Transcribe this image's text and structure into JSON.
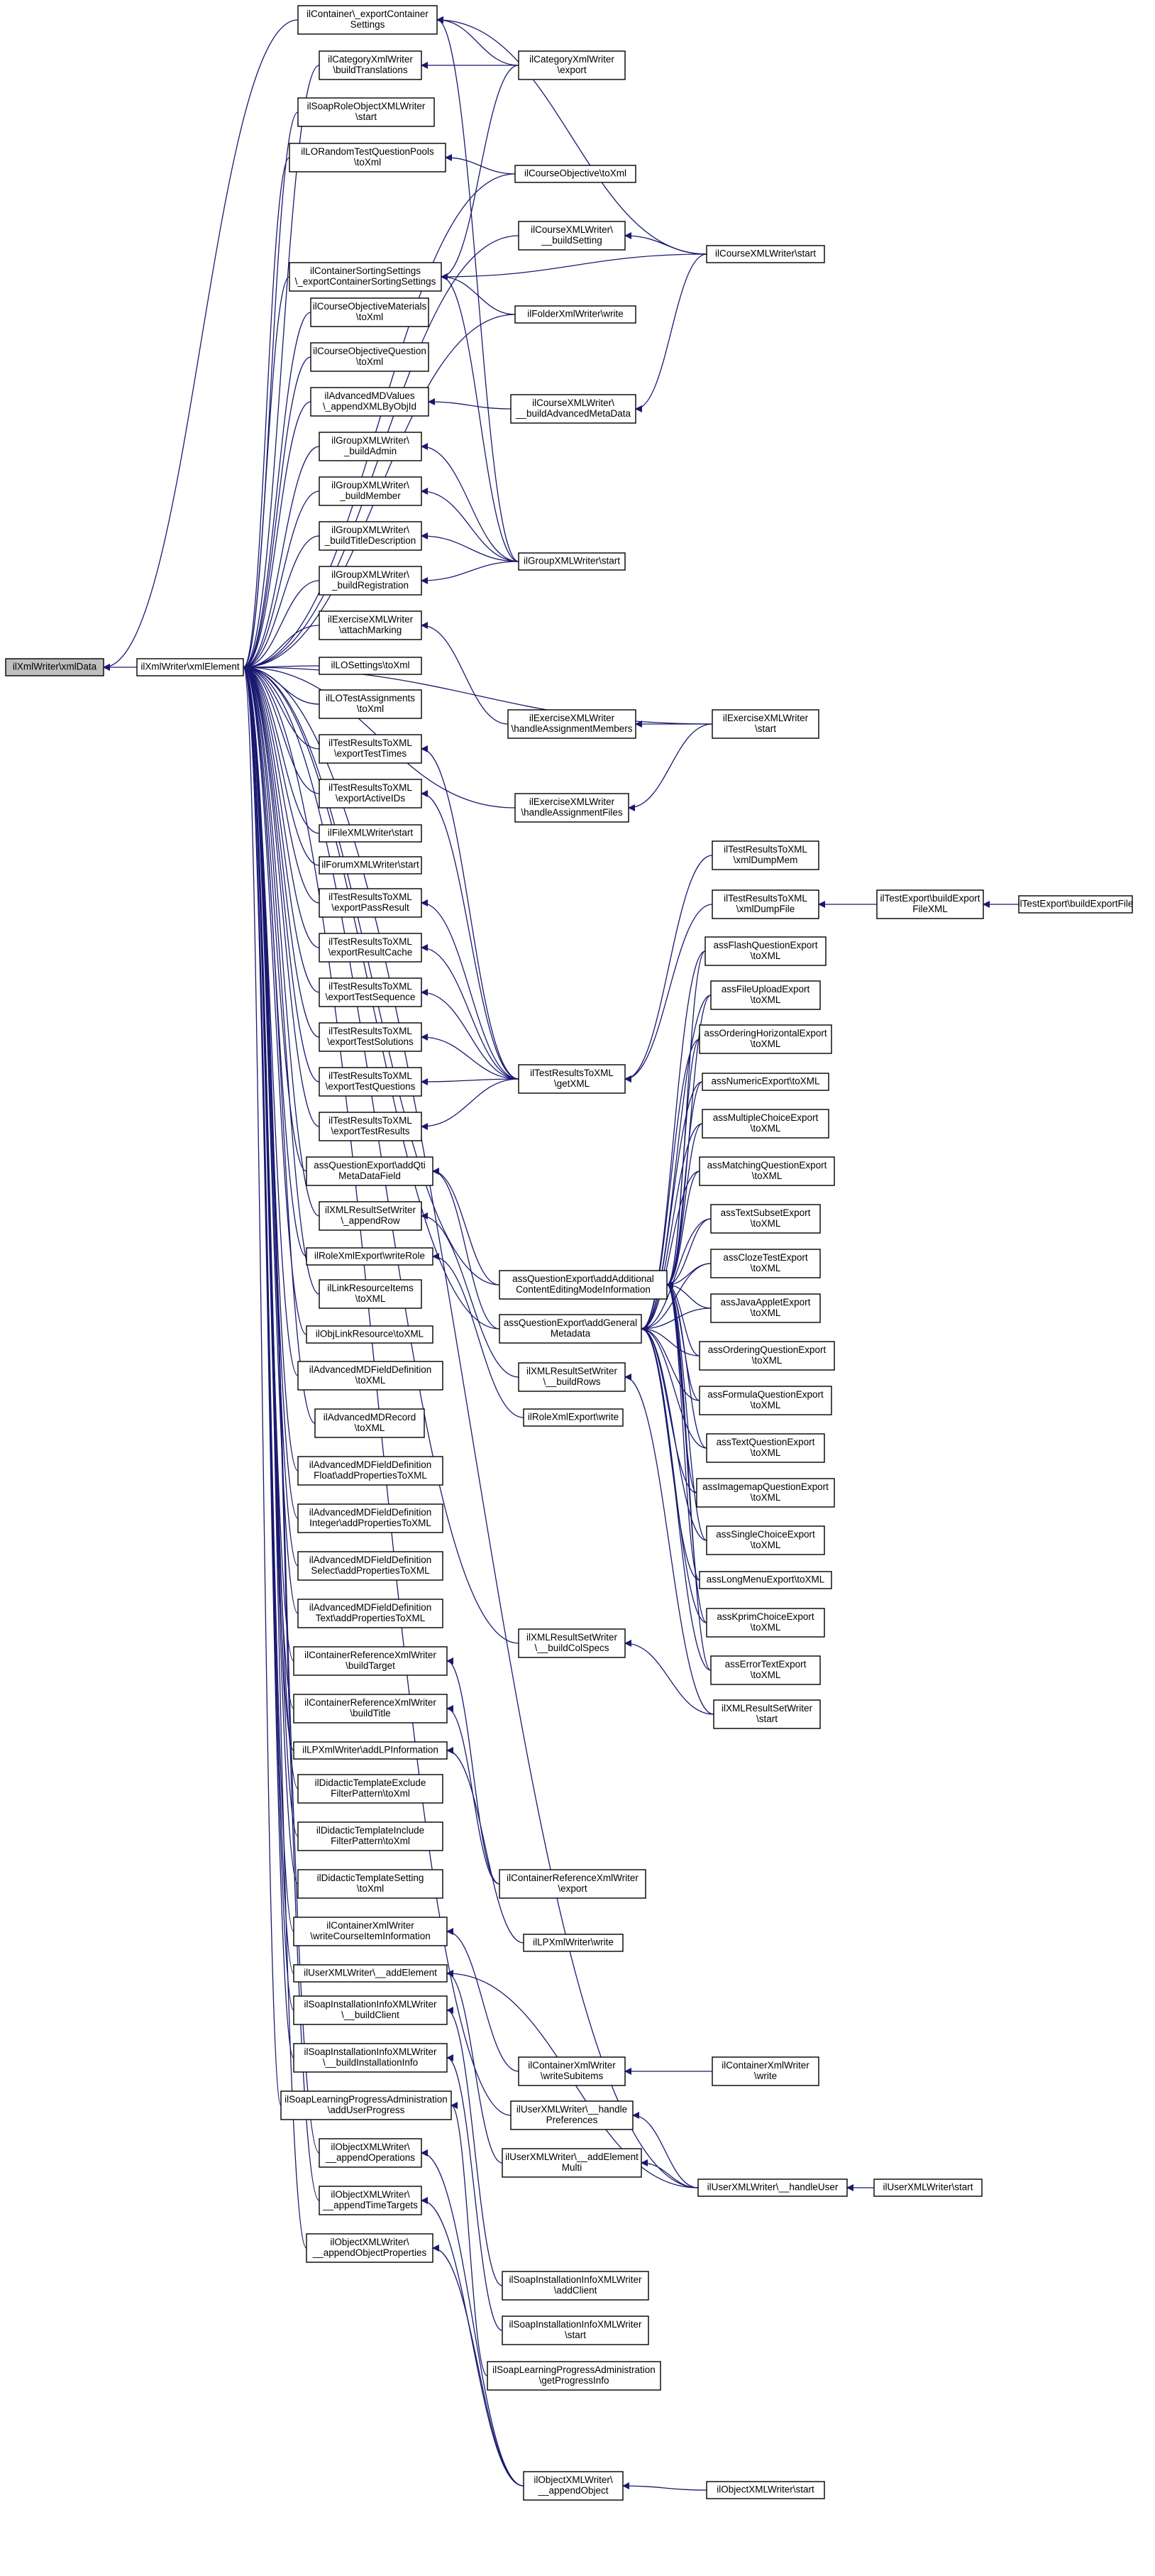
{
  "diagram": {
    "type": "call-graph",
    "edge_color": "#191970",
    "focus_fill": "#bfbfbf",
    "nodes": [
      {
        "id": "n0",
        "lines": [
          "ilXmlWriter\\xmlData"
        ],
        "focus": true
      },
      {
        "id": "n1",
        "lines": [
          "ilXmlWriter\\xmlElement"
        ]
      },
      {
        "id": "n2",
        "lines": [
          "ilContainer\\_exportContainer",
          "Settings"
        ]
      },
      {
        "id": "n3",
        "lines": [
          "ilCategoryXmlWriter",
          "\\buildTranslations"
        ]
      },
      {
        "id": "n4",
        "lines": [
          "ilSoapRoleObjectXMLWriter",
          "\\start"
        ]
      },
      {
        "id": "n5",
        "lines": [
          "ilLORandomTestQuestionPools",
          "\\toXml"
        ]
      },
      {
        "id": "n6",
        "lines": [
          "ilContainerSortingSettings",
          "\\_exportContainerSortingSettings"
        ]
      },
      {
        "id": "n7",
        "lines": [
          "ilCourseObjectiveMaterials",
          "\\toXml"
        ]
      },
      {
        "id": "n8",
        "lines": [
          "ilCourseObjectiveQuestion",
          "\\toXml"
        ]
      },
      {
        "id": "n9",
        "lines": [
          "ilAdvancedMDValues",
          "\\_appendXMLByObjId"
        ]
      },
      {
        "id": "n10",
        "lines": [
          "ilGroupXMLWriter\\",
          "_buildAdmin"
        ]
      },
      {
        "id": "n11",
        "lines": [
          "ilGroupXMLWriter\\",
          "_buildMember"
        ]
      },
      {
        "id": "n12",
        "lines": [
          "ilGroupXMLWriter\\",
          "_buildTitleDescription"
        ]
      },
      {
        "id": "n13",
        "lines": [
          "ilGroupXMLWriter\\",
          "_buildRegistration"
        ]
      },
      {
        "id": "n14",
        "lines": [
          "ilExerciseXMLWriter",
          "\\attachMarking"
        ]
      },
      {
        "id": "n15",
        "lines": [
          "ilLOSettings\\toXml"
        ]
      },
      {
        "id": "n16",
        "lines": [
          "ilLOTestAssignments",
          "\\toXml"
        ]
      },
      {
        "id": "n17",
        "lines": [
          "ilTestResultsToXML",
          "\\exportTestTimes"
        ]
      },
      {
        "id": "n18",
        "lines": [
          "ilTestResultsToXML",
          "\\exportActiveIDs"
        ]
      },
      {
        "id": "n19",
        "lines": [
          "ilFileXMLWriter\\start"
        ]
      },
      {
        "id": "n20",
        "lines": [
          "ilForumXMLWriter\\start"
        ]
      },
      {
        "id": "n21",
        "lines": [
          "ilTestResultsToXML",
          "\\exportPassResult"
        ]
      },
      {
        "id": "n22",
        "lines": [
          "ilTestResultsToXML",
          "\\exportResultCache"
        ]
      },
      {
        "id": "n23",
        "lines": [
          "ilTestResultsToXML",
          "\\exportTestSequence"
        ]
      },
      {
        "id": "n24",
        "lines": [
          "ilTestResultsToXML",
          "\\exportTestSolutions"
        ]
      },
      {
        "id": "n25",
        "lines": [
          "ilTestResultsToXML",
          "\\exportTestQuestions"
        ]
      },
      {
        "id": "n26",
        "lines": [
          "ilTestResultsToXML",
          "\\exportTestResults"
        ]
      },
      {
        "id": "n27",
        "lines": [
          "assQuestionExport\\addQti",
          "MetaDataField"
        ]
      },
      {
        "id": "n28",
        "lines": [
          "ilXMLResultSetWriter",
          "\\_appendRow"
        ]
      },
      {
        "id": "n29",
        "lines": [
          "ilRoleXmlExport\\writeRole"
        ]
      },
      {
        "id": "n30",
        "lines": [
          "ilLinkResourceItems",
          "\\toXML"
        ]
      },
      {
        "id": "n31",
        "lines": [
          "ilObjLinkResource\\toXML"
        ]
      },
      {
        "id": "n32",
        "lines": [
          "ilAdvancedMDFieldDefinition",
          "\\toXML"
        ]
      },
      {
        "id": "n33",
        "lines": [
          "ilAdvancedMDRecord",
          "\\toXML"
        ]
      },
      {
        "id": "n34",
        "lines": [
          "ilAdvancedMDFieldDefinition",
          "Float\\addPropertiesToXML"
        ]
      },
      {
        "id": "n35",
        "lines": [
          "ilAdvancedMDFieldDefinition",
          "Integer\\addPropertiesToXML"
        ]
      },
      {
        "id": "n36",
        "lines": [
          "ilAdvancedMDFieldDefinition",
          "Select\\addPropertiesToXML"
        ]
      },
      {
        "id": "n37",
        "lines": [
          "ilAdvancedMDFieldDefinition",
          "Text\\addPropertiesToXML"
        ]
      },
      {
        "id": "n38",
        "lines": [
          "ilContainerReferenceXmlWriter",
          "\\buildTarget"
        ]
      },
      {
        "id": "n39",
        "lines": [
          "ilContainerReferenceXmlWriter",
          "\\buildTitle"
        ]
      },
      {
        "id": "n40",
        "lines": [
          "ilLPXmlWriter\\addLPInformation"
        ]
      },
      {
        "id": "n41",
        "lines": [
          "ilDidacticTemplateExclude",
          "FilterPattern\\toXml"
        ]
      },
      {
        "id": "n42",
        "lines": [
          "ilDidacticTemplateInclude",
          "FilterPattern\\toXml"
        ]
      },
      {
        "id": "n43",
        "lines": [
          "ilDidacticTemplateSetting",
          "\\toXml"
        ]
      },
      {
        "id": "n44",
        "lines": [
          "ilContainerXmlWriter",
          "\\writeCourseItemInformation"
        ]
      },
      {
        "id": "n45",
        "lines": [
          "ilUserXMLWriter\\__addElement"
        ]
      },
      {
        "id": "n46",
        "lines": [
          "ilSoapInstallationInfoXMLWriter",
          "\\__buildClient"
        ]
      },
      {
        "id": "n47",
        "lines": [
          "ilSoapInstallationInfoXMLWriter",
          "\\__buildInstallationInfo"
        ]
      },
      {
        "id": "n48",
        "lines": [
          "ilSoapLearningProgressAdministration",
          "\\addUserProgress"
        ]
      },
      {
        "id": "n49",
        "lines": [
          "ilObjectXMLWriter\\",
          "__appendOperations"
        ]
      },
      {
        "id": "n50",
        "lines": [
          "ilObjectXMLWriter\\",
          "__appendTimeTargets"
        ]
      },
      {
        "id": "n51",
        "lines": [
          "ilObjectXMLWriter\\",
          "__appendObjectProperties"
        ]
      },
      {
        "id": "n52",
        "lines": [
          "ilCategoryXmlWriter",
          "\\export"
        ]
      },
      {
        "id": "n53",
        "lines": [
          "ilCourseObjective\\toXml"
        ]
      },
      {
        "id": "n54",
        "lines": [
          "ilCourseXMLWriter\\",
          "__buildSetting"
        ]
      },
      {
        "id": "n55",
        "lines": [
          "ilFolderXmlWriter\\write"
        ]
      },
      {
        "id": "n56",
        "lines": [
          "ilCourseXMLWriter\\",
          "__buildAdvancedMetaData"
        ]
      },
      {
        "id": "n57",
        "lines": [
          "ilGroupXMLWriter\\start"
        ]
      },
      {
        "id": "n58",
        "lines": [
          "ilExerciseXMLWriter",
          "\\handleAssignmentMembers"
        ]
      },
      {
        "id": "n59",
        "lines": [
          "ilExerciseXMLWriter",
          "\\handleAssignmentFiles"
        ]
      },
      {
        "id": "n60",
        "lines": [
          "ilTestResultsToXML",
          "\\getXML"
        ]
      },
      {
        "id": "n61",
        "lines": [
          "assQuestionExport\\addAdditional",
          "ContentEditingModeInformation"
        ]
      },
      {
        "id": "n62",
        "lines": [
          "assQuestionExport\\addGeneral",
          "Metadata"
        ]
      },
      {
        "id": "n63",
        "lines": [
          "ilXMLResultSetWriter",
          "\\__buildRows"
        ]
      },
      {
        "id": "n64",
        "lines": [
          "ilRoleXmlExport\\write"
        ]
      },
      {
        "id": "n65",
        "lines": [
          "ilXMLResultSetWriter",
          "\\__buildColSpecs"
        ]
      },
      {
        "id": "n66",
        "lines": [
          "ilContainerReferenceXmlWriter",
          "\\export"
        ]
      },
      {
        "id": "n67",
        "lines": [
          "ilLPXmlWriter\\write"
        ]
      },
      {
        "id": "n68",
        "lines": [
          "ilContainerXmlWriter",
          "\\writeSubitems"
        ]
      },
      {
        "id": "n69",
        "lines": [
          "ilUserXMLWriter\\__handle",
          "Preferences"
        ]
      },
      {
        "id": "n70",
        "lines": [
          "ilUserXMLWriter\\__addElement",
          "Multi"
        ]
      },
      {
        "id": "n71",
        "lines": [
          "ilSoapInstallationInfoXMLWriter",
          "\\addClient"
        ]
      },
      {
        "id": "n72",
        "lines": [
          "ilSoapInstallationInfoXMLWriter",
          "\\start"
        ]
      },
      {
        "id": "n73",
        "lines": [
          "ilSoapLearningProgressAdministration",
          "\\getProgressInfo"
        ]
      },
      {
        "id": "n74",
        "lines": [
          "ilObjectXMLWriter\\",
          "__appendObject"
        ]
      },
      {
        "id": "n75",
        "lines": [
          "ilCourseXMLWriter\\start"
        ]
      },
      {
        "id": "n76",
        "lines": [
          "ilExerciseXMLWriter",
          "\\start"
        ]
      },
      {
        "id": "n77",
        "lines": [
          "ilTestResultsToXML",
          "\\xmlDumpMem"
        ]
      },
      {
        "id": "n78",
        "lines": [
          "ilTestResultsToXML",
          "\\xmlDumpFile"
        ]
      },
      {
        "id": "n79",
        "lines": [
          "assFlashQuestionExport",
          "\\toXML"
        ]
      },
      {
        "id": "n80",
        "lines": [
          "assFileUploadExport",
          "\\toXML"
        ]
      },
      {
        "id": "n81",
        "lines": [
          "assOrderingHorizontalExport",
          "\\toXML"
        ]
      },
      {
        "id": "n82",
        "lines": [
          "assNumericExport\\toXML"
        ]
      },
      {
        "id": "n83",
        "lines": [
          "assMultipleChoiceExport",
          "\\toXML"
        ]
      },
      {
        "id": "n84",
        "lines": [
          "assMatchingQuestionExport",
          "\\toXML"
        ]
      },
      {
        "id": "n85",
        "lines": [
          "assTextSubsetExport",
          "\\toXML"
        ]
      },
      {
        "id": "n86",
        "lines": [
          "assClozeTestExport",
          "\\toXML"
        ]
      },
      {
        "id": "n87",
        "lines": [
          "assJavaAppletExport",
          "\\toXML"
        ]
      },
      {
        "id": "n88",
        "lines": [
          "assOrderingQuestionExport",
          "\\toXML"
        ]
      },
      {
        "id": "n89",
        "lines": [
          "assFormulaQuestionExport",
          "\\toXML"
        ]
      },
      {
        "id": "n90",
        "lines": [
          "assTextQuestionExport",
          "\\toXML"
        ]
      },
      {
        "id": "n91",
        "lines": [
          "assImagemapQuestionExport",
          "\\toXML"
        ]
      },
      {
        "id": "n92",
        "lines": [
          "assSingleChoiceExport",
          "\\toXML"
        ]
      },
      {
        "id": "n93",
        "lines": [
          "assLongMenuExport\\toXML"
        ]
      },
      {
        "id": "n94",
        "lines": [
          "assKprimChoiceExport",
          "\\toXML"
        ]
      },
      {
        "id": "n95",
        "lines": [
          "assErrorTextExport",
          "\\toXML"
        ]
      },
      {
        "id": "n96",
        "lines": [
          "ilXMLResultSetWriter",
          "\\start"
        ]
      },
      {
        "id": "n97",
        "lines": [
          "ilContainerXmlWriter",
          "\\write"
        ]
      },
      {
        "id": "n98",
        "lines": [
          "ilUserXMLWriter\\__handleUser"
        ]
      },
      {
        "id": "n99",
        "lines": [
          "ilObjectXMLWriter\\start"
        ]
      },
      {
        "id": "n100",
        "lines": [
          "ilTestExport\\buildExport",
          "FileXML"
        ]
      },
      {
        "id": "n101",
        "lines": [
          "ilUserXMLWriter\\start"
        ]
      },
      {
        "id": "n102",
        "lines": [
          "ilTestExport\\buildExportFile"
        ]
      }
    ],
    "edges": [
      [
        "n1",
        "n0"
      ],
      [
        "n2",
        "n0"
      ],
      [
        "n3",
        "n1"
      ],
      [
        "n4",
        "n1"
      ],
      [
        "n5",
        "n1"
      ],
      [
        "n6",
        "n1"
      ],
      [
        "n7",
        "n1"
      ],
      [
        "n8",
        "n1"
      ],
      [
        "n9",
        "n1"
      ],
      [
        "n10",
        "n1"
      ],
      [
        "n11",
        "n1"
      ],
      [
        "n12",
        "n1"
      ],
      [
        "n13",
        "n1"
      ],
      [
        "n14",
        "n1"
      ],
      [
        "n15",
        "n1"
      ],
      [
        "n16",
        "n1"
      ],
      [
        "n17",
        "n1"
      ],
      [
        "n18",
        "n1"
      ],
      [
        "n19",
        "n1"
      ],
      [
        "n20",
        "n1"
      ],
      [
        "n21",
        "n1"
      ],
      [
        "n22",
        "n1"
      ],
      [
        "n23",
        "n1"
      ],
      [
        "n24",
        "n1"
      ],
      [
        "n25",
        "n1"
      ],
      [
        "n26",
        "n1"
      ],
      [
        "n27",
        "n1"
      ],
      [
        "n28",
        "n1"
      ],
      [
        "n29",
        "n1"
      ],
      [
        "n30",
        "n1"
      ],
      [
        "n31",
        "n1"
      ],
      [
        "n32",
        "n1"
      ],
      [
        "n33",
        "n1"
      ],
      [
        "n34",
        "n1"
      ],
      [
        "n35",
        "n1"
      ],
      [
        "n36",
        "n1"
      ],
      [
        "n37",
        "n1"
      ],
      [
        "n38",
        "n1"
      ],
      [
        "n39",
        "n1"
      ],
      [
        "n40",
        "n1"
      ],
      [
        "n41",
        "n1"
      ],
      [
        "n42",
        "n1"
      ],
      [
        "n43",
        "n1"
      ],
      [
        "n44",
        "n1"
      ],
      [
        "n45",
        "n1"
      ],
      [
        "n46",
        "n1"
      ],
      [
        "n47",
        "n1"
      ],
      [
        "n48",
        "n1"
      ],
      [
        "n49",
        "n1"
      ],
      [
        "n50",
        "n1"
      ],
      [
        "n51",
        "n1"
      ],
      [
        "n53",
        "n1"
      ],
      [
        "n54",
        "n1"
      ],
      [
        "n55",
        "n1"
      ],
      [
        "n59",
        "n1"
      ],
      [
        "n61",
        "n1"
      ],
      [
        "n62",
        "n1"
      ],
      [
        "n65",
        "n1"
      ],
      [
        "n69",
        "n1"
      ],
      [
        "n76",
        "n1"
      ],
      [
        "n98",
        "n1"
      ],
      [
        "n52",
        "n2"
      ],
      [
        "n57",
        "n2"
      ],
      [
        "n75",
        "n2"
      ],
      [
        "n52",
        "n3"
      ],
      [
        "n53",
        "n5"
      ],
      [
        "n52",
        "n6"
      ],
      [
        "n55",
        "n6"
      ],
      [
        "n57",
        "n6"
      ],
      [
        "n75",
        "n6"
      ],
      [
        "n56",
        "n9"
      ],
      [
        "n57",
        "n10"
      ],
      [
        "n57",
        "n11"
      ],
      [
        "n57",
        "n12"
      ],
      [
        "n57",
        "n13"
      ],
      [
        "n58",
        "n14"
      ],
      [
        "n60",
        "n17"
      ],
      [
        "n60",
        "n18"
      ],
      [
        "n60",
        "n21"
      ],
      [
        "n60",
        "n22"
      ],
      [
        "n60",
        "n23"
      ],
      [
        "n60",
        "n24"
      ],
      [
        "n60",
        "n25"
      ],
      [
        "n60",
        "n26"
      ],
      [
        "n61",
        "n27"
      ],
      [
        "n62",
        "n27"
      ],
      [
        "n63",
        "n28"
      ],
      [
        "n64",
        "n29"
      ],
      [
        "n66",
        "n38"
      ],
      [
        "n66",
        "n39"
      ],
      [
        "n67",
        "n40"
      ],
      [
        "n68",
        "n44"
      ],
      [
        "n70",
        "n45"
      ],
      [
        "n98",
        "n45"
      ],
      [
        "n71",
        "n46"
      ],
      [
        "n72",
        "n47"
      ],
      [
        "n73",
        "n48"
      ],
      [
        "n74",
        "n49"
      ],
      [
        "n74",
        "n50"
      ],
      [
        "n74",
        "n51"
      ],
      [
        "n75",
        "n54"
      ],
      [
        "n75",
        "n56"
      ],
      [
        "n76",
        "n58"
      ],
      [
        "n76",
        "n59"
      ],
      [
        "n77",
        "n60"
      ],
      [
        "n78",
        "n60"
      ],
      [
        "n79",
        "n61"
      ],
      [
        "n80",
        "n61"
      ],
      [
        "n81",
        "n61"
      ],
      [
        "n82",
        "n61"
      ],
      [
        "n83",
        "n61"
      ],
      [
        "n84",
        "n61"
      ],
      [
        "n85",
        "n61"
      ],
      [
        "n86",
        "n61"
      ],
      [
        "n87",
        "n61"
      ],
      [
        "n88",
        "n61"
      ],
      [
        "n89",
        "n61"
      ],
      [
        "n90",
        "n61"
      ],
      [
        "n91",
        "n61"
      ],
      [
        "n92",
        "n61"
      ],
      [
        "n93",
        "n61"
      ],
      [
        "n94",
        "n61"
      ],
      [
        "n95",
        "n61"
      ],
      [
        "n79",
        "n62"
      ],
      [
        "n80",
        "n62"
      ],
      [
        "n81",
        "n62"
      ],
      [
        "n82",
        "n62"
      ],
      [
        "n83",
        "n62"
      ],
      [
        "n84",
        "n62"
      ],
      [
        "n85",
        "n62"
      ],
      [
        "n86",
        "n62"
      ],
      [
        "n87",
        "n62"
      ],
      [
        "n88",
        "n62"
      ],
      [
        "n89",
        "n62"
      ],
      [
        "n90",
        "n62"
      ],
      [
        "n91",
        "n62"
      ],
      [
        "n92",
        "n62"
      ],
      [
        "n93",
        "n62"
      ],
      [
        "n94",
        "n62"
      ],
      [
        "n95",
        "n62"
      ],
      [
        "n96",
        "n63"
      ],
      [
        "n96",
        "n65"
      ],
      [
        "n97",
        "n68"
      ],
      [
        "n98",
        "n69"
      ],
      [
        "n98",
        "n70"
      ],
      [
        "n101",
        "n98"
      ],
      [
        "n99",
        "n74"
      ],
      [
        "n100",
        "n78"
      ],
      [
        "n102",
        "n100"
      ]
    ]
  }
}
